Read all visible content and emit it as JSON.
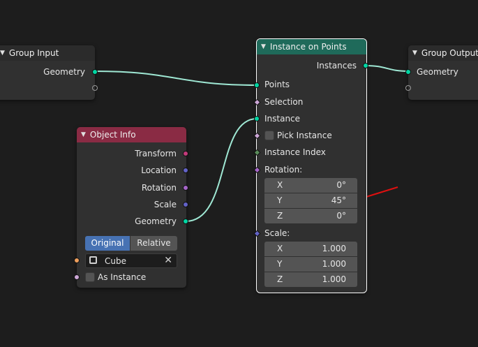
{
  "nodes": {
    "group_input": {
      "title": "Group Input",
      "geometry": "Geometry"
    },
    "group_output": {
      "title": "Group Output",
      "geometry": "Geometry"
    },
    "object_info": {
      "title": "Object Info",
      "outputs": [
        "Transform",
        "Location",
        "Rotation",
        "Scale",
        "Geometry"
      ],
      "mode": {
        "original": "Original",
        "relative": "Relative"
      },
      "object": "Cube",
      "as_instance": "As Instance"
    },
    "instance_on_points": {
      "title": "Instance on Points",
      "output": "Instances",
      "points": "Points",
      "selection": "Selection",
      "instance": "Instance",
      "pick_instance": "Pick Instance",
      "instance_index": "Instance Index",
      "rotation": {
        "label": "Rotation:",
        "x": "X",
        "x_val": "0°",
        "y": "Y",
        "y_val": "45°",
        "z": "Z",
        "z_val": "0°"
      },
      "scale": {
        "label": "Scale:",
        "x": "X",
        "x_val": "1.000",
        "y": "Y",
        "y_val": "1.000",
        "z": "Z",
        "z_val": "1.000"
      }
    }
  },
  "colors": {
    "background": "#1d1d1d",
    "geometry_socket": "#00d6a3",
    "input_header": "#2b2b2b",
    "object_info_header": "#8a2b44",
    "instance_header": "#1f6a5a",
    "mode_active": "#4772b3",
    "annotation_arrow": "#e01010"
  }
}
